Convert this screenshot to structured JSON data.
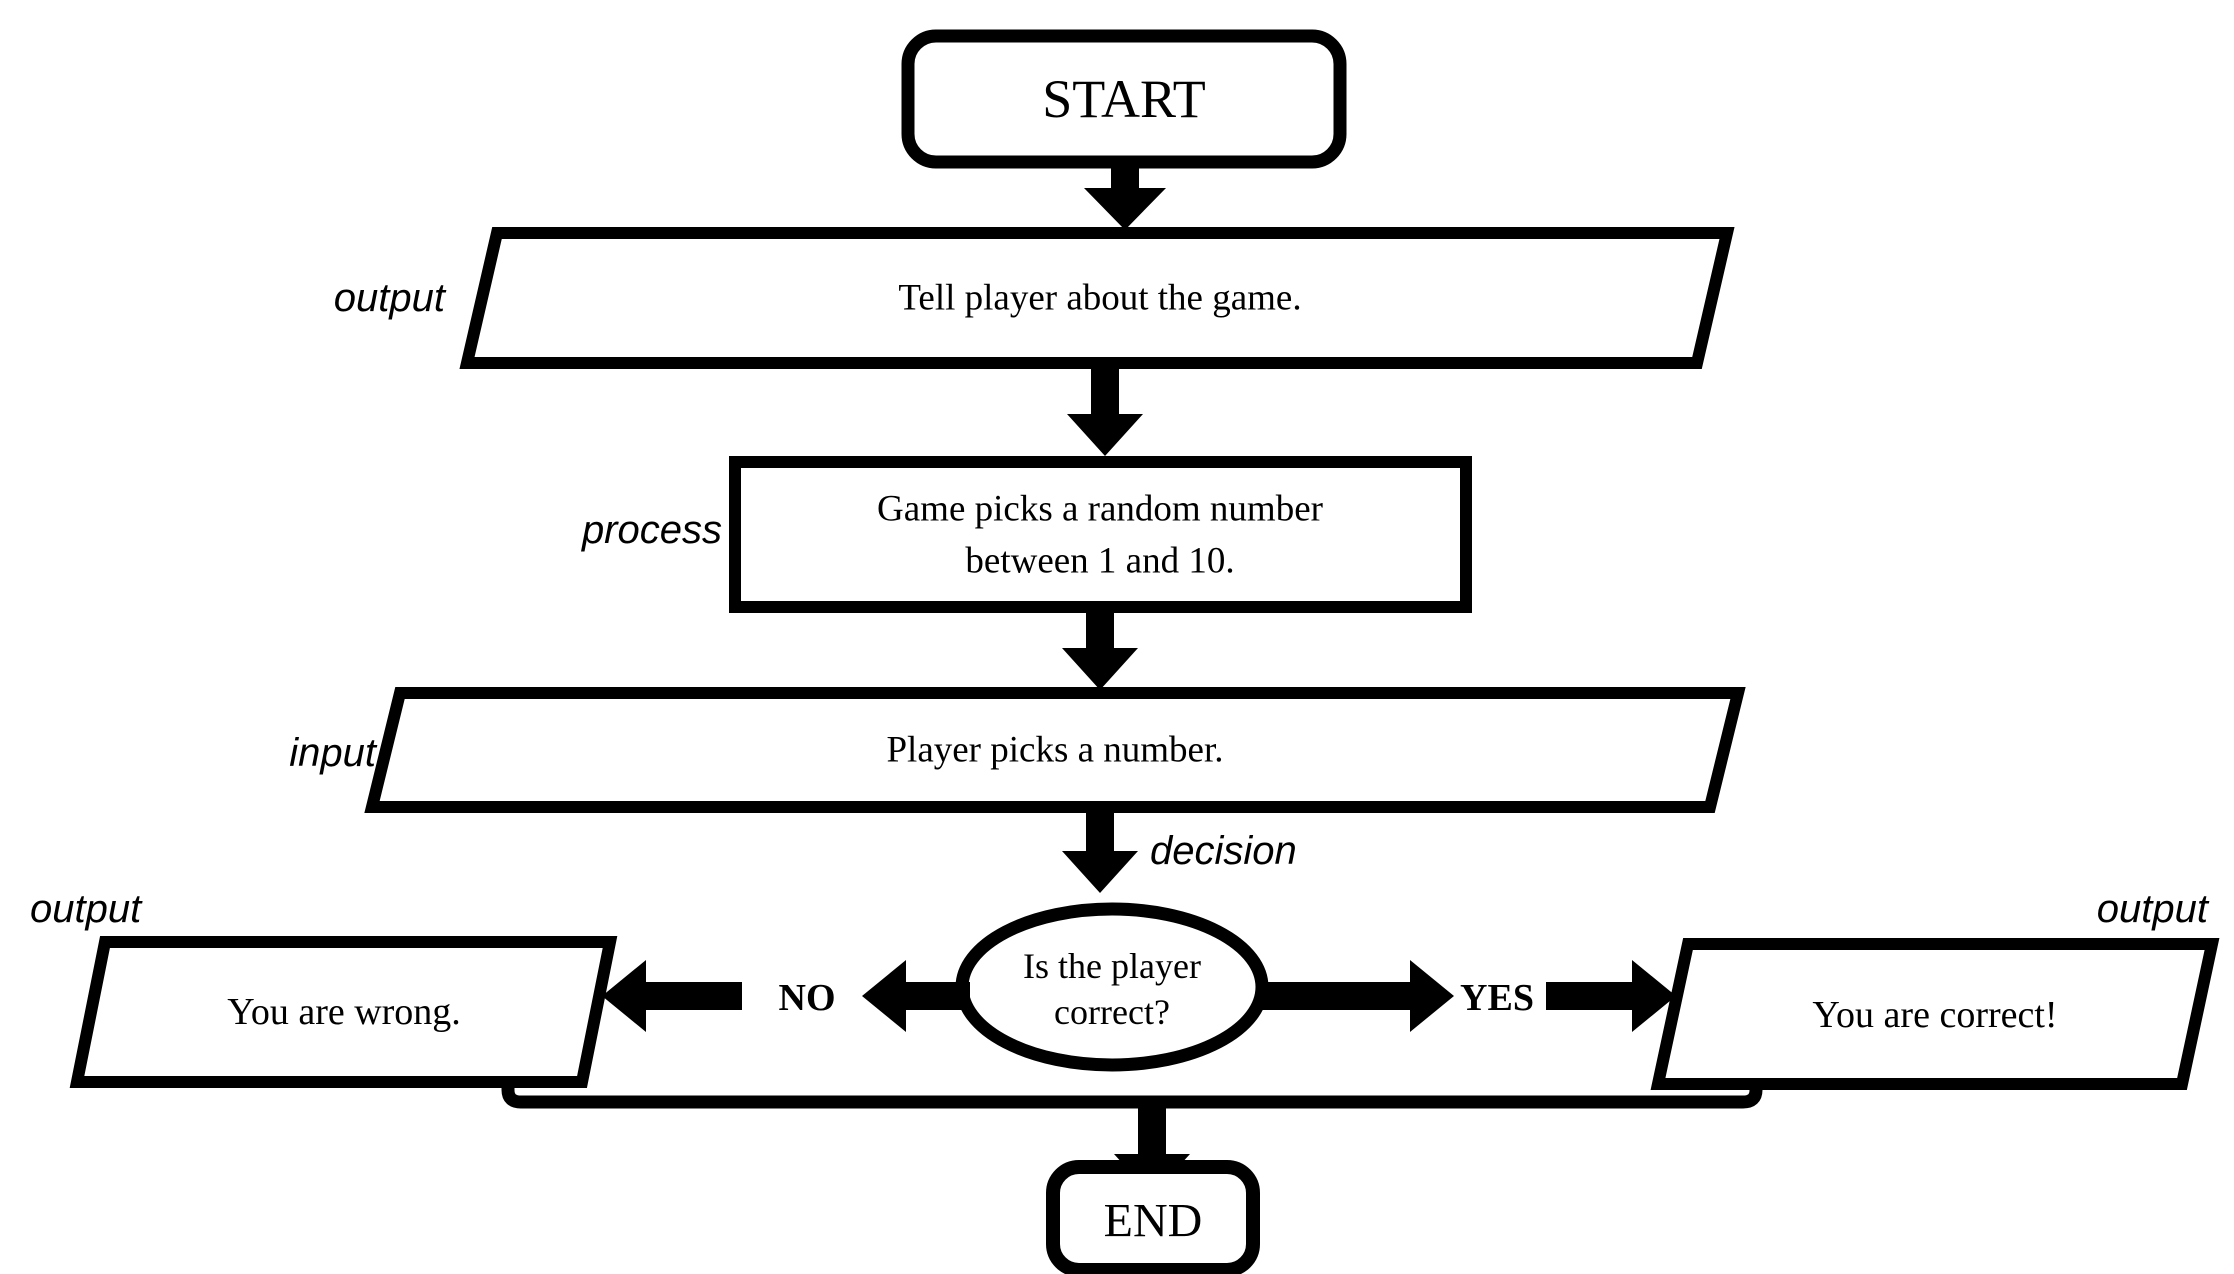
{
  "flowchart": {
    "start": {
      "label": "START"
    },
    "tell_step": {
      "annotation": "output",
      "label": "Tell player about the game."
    },
    "random_step": {
      "annotation": "process",
      "line1": "Game picks a random number",
      "line2": "between 1 and 10."
    },
    "pick_step": {
      "annotation": "input",
      "label": "Player picks a number."
    },
    "decision_step": {
      "annotation": "decision",
      "line1": "Is the player",
      "line2": "correct?"
    },
    "no_branch": {
      "label": "NO",
      "annotation": "output",
      "result": "You are wrong."
    },
    "yes_branch": {
      "label": "YES",
      "annotation": "output",
      "result": "You are correct!"
    },
    "end": {
      "label": "END"
    },
    "colors": {
      "ink": "#000000",
      "paper": "#ffffff"
    }
  }
}
